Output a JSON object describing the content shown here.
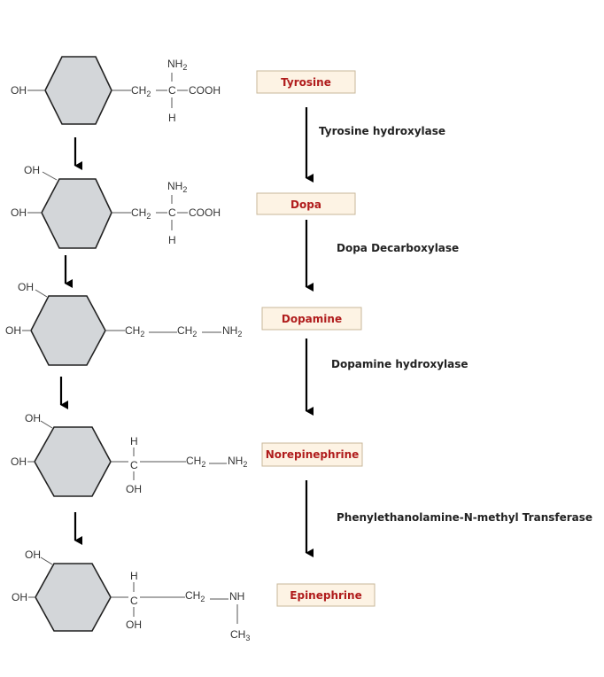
{
  "groups": {
    "oh": "OH",
    "h": "H",
    "cooh": "COOH",
    "nh": "NH",
    "c": "C",
    "ch": "CH"
  },
  "subscripts": {
    "two": "2",
    "three": "3"
  },
  "compounds": [
    {
      "name": "Tyrosine"
    },
    {
      "name": "Dopa"
    },
    {
      "name": "Dopamine"
    },
    {
      "name": "Norepinephrine"
    },
    {
      "name": "Epinephrine"
    }
  ],
  "enzymes": [
    "Tyrosine hydroxylase",
    "Dopa Decarboxylase",
    "Dopamine hydroxylase",
    "Phenylethanolamine-N-methyl Transferase"
  ],
  "colors": {
    "ring_fill": "#d3d6d9",
    "label_red": "#b01c1c",
    "box_fill": "#fdf3e4",
    "box_border": "#c8b79a"
  }
}
